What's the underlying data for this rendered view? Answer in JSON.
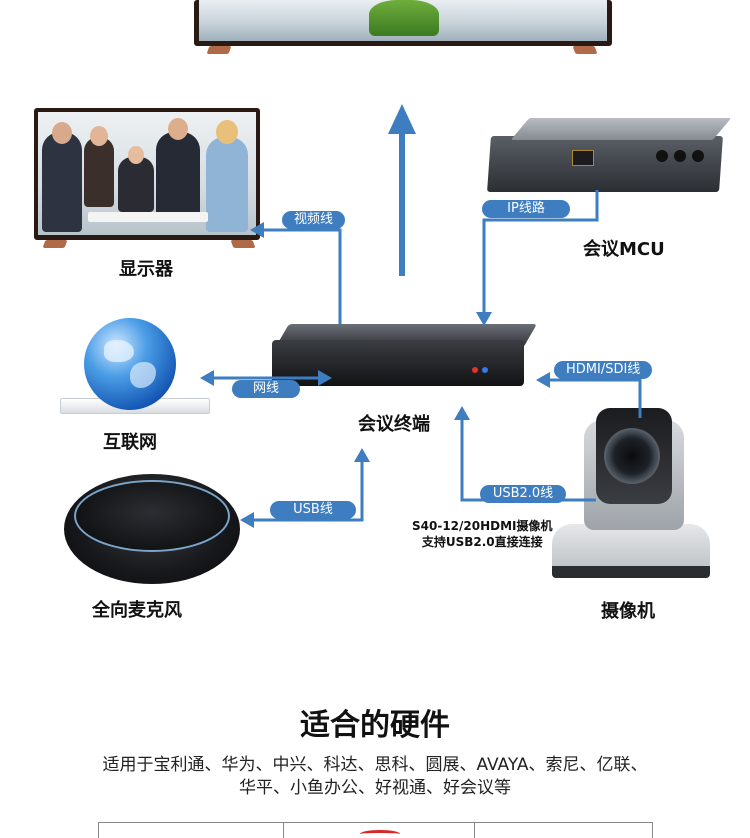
{
  "nodes": {
    "display": "显示器",
    "mcu": "会议MCU",
    "internet": "互联网",
    "terminal": "会议终端",
    "microphone": "全向麦克风",
    "camera": "摄像机"
  },
  "links": {
    "video_cable": "视频线",
    "ip_line": "IP线路",
    "network_cable": "网线",
    "hdmi_sdi": "HDMI/SDI线",
    "usb2": "USB2.0线",
    "usb": "USB线"
  },
  "camera_note": {
    "line1": "S40-12/20HDMI摄像机",
    "line2": "支持USB2.0直接连接"
  },
  "hardware": {
    "title": "适合的硬件",
    "desc_line1": "适用于宝利通、华为、中兴、科达、思科、圆展、AVAYA、索尼、亿联、",
    "desc_line2": "华平、小鱼办公、好视通、好会议等"
  },
  "colors": {
    "arrow": "#3d7dc0",
    "pill": "#3d7dc0"
  }
}
